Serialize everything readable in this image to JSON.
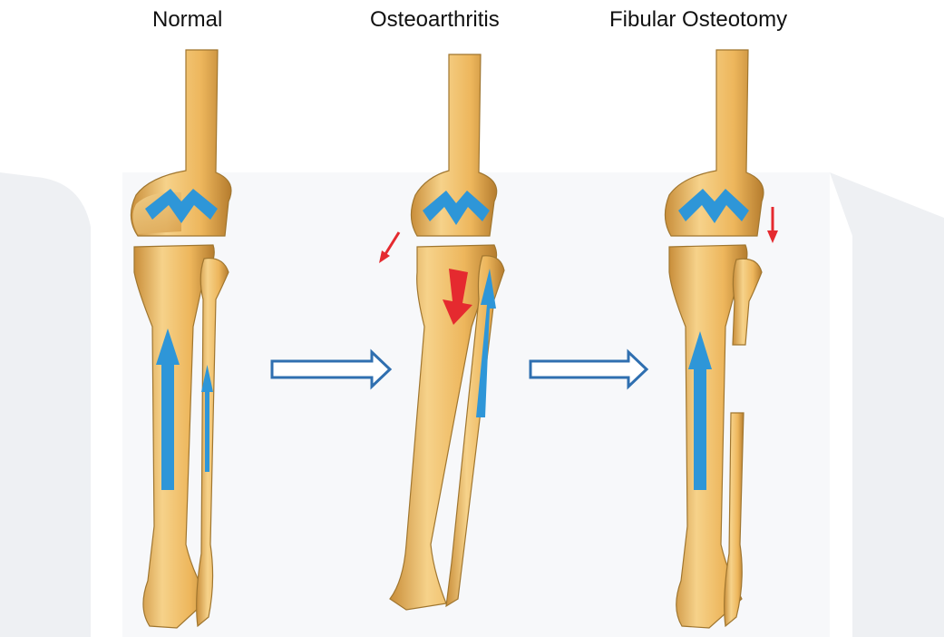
{
  "panels": [
    {
      "label": "Normal"
    },
    {
      "label": "Osteoarthritis"
    },
    {
      "label": "Fibular Osteotomy"
    }
  ],
  "colors": {
    "bone": "#EDB65C",
    "bone_highlight": "#FADB95",
    "bone_outline": "#A0762F",
    "load_arrow": "#2E96D8",
    "warning_arrow": "#E52A2F",
    "transition_arrow": "#2F6FB0",
    "backdrop": "#EEF0F3"
  },
  "icons": {
    "load_arrow": "blue-load-arrow-icon",
    "warning_arrow": "red-arrow-icon",
    "transition_arrow": "outline-right-arrow-icon"
  }
}
